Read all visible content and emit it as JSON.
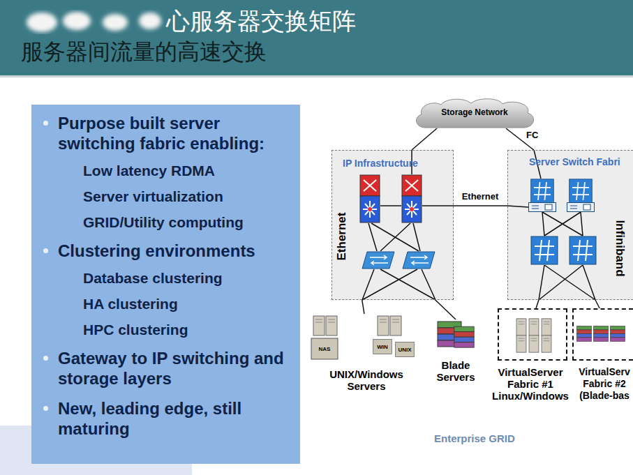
{
  "diagram": {
    "title": "心服务器交换矩阵",
    "nodes": [
      {
        "text": [
          "Purpose built server switching fabric enabling:",
          "Low latency RDMA",
          "Server virtualization",
          "GRID/Utility computing",
          "Clustering environments",
          "Database clustering",
          "HA clustering",
          "HPC clustering",
          "Gateway to IP switching and storage layers",
          "New, leading edge, still maturing"
        ]
      },
      {
        "text": [
          "Storage Network"
        ]
      },
      {
        "text": [
          "IP Infrastructure",
          "Ethernet"
        ]
      },
      {
        "text": [
          "Server Switch Fabri",
          "Infiniband"
        ]
      },
      {
        "text": [
          "UNIX/Windows Servers"
        ]
      },
      {
        "text": [
          "Blade Servers"
        ]
      },
      {
        "text": [
          "VirtualServer Fabric #1 Linux/Windows"
        ]
      },
      {
        "text": [
          "VirtualServ Fabric #2 (Blade-bas"
        ]
      }
    ],
    "edges": [
      {
        "from": 1,
        "to": 2,
        "arrow": "none"
      },
      {
        "from": 1,
        "to": 3,
        "label": "FC",
        "arrow": "none"
      },
      {
        "from": 2,
        "to": 3,
        "label": "Ethernet",
        "arrow": "none"
      },
      {
        "from": 2,
        "to": 4,
        "arrow": "none"
      },
      {
        "from": 2,
        "to": 5,
        "arrow": "none"
      },
      {
        "from": 3,
        "to": 6,
        "arrow": "none"
      },
      {
        "from": 3,
        "to": 7,
        "arrow": "none"
      }
    ],
    "labels": [
      "服务器间流量的高速交换",
      "NAS",
      "WIN",
      "UNIX",
      "Enterprise GRID"
    ]
  }
}
